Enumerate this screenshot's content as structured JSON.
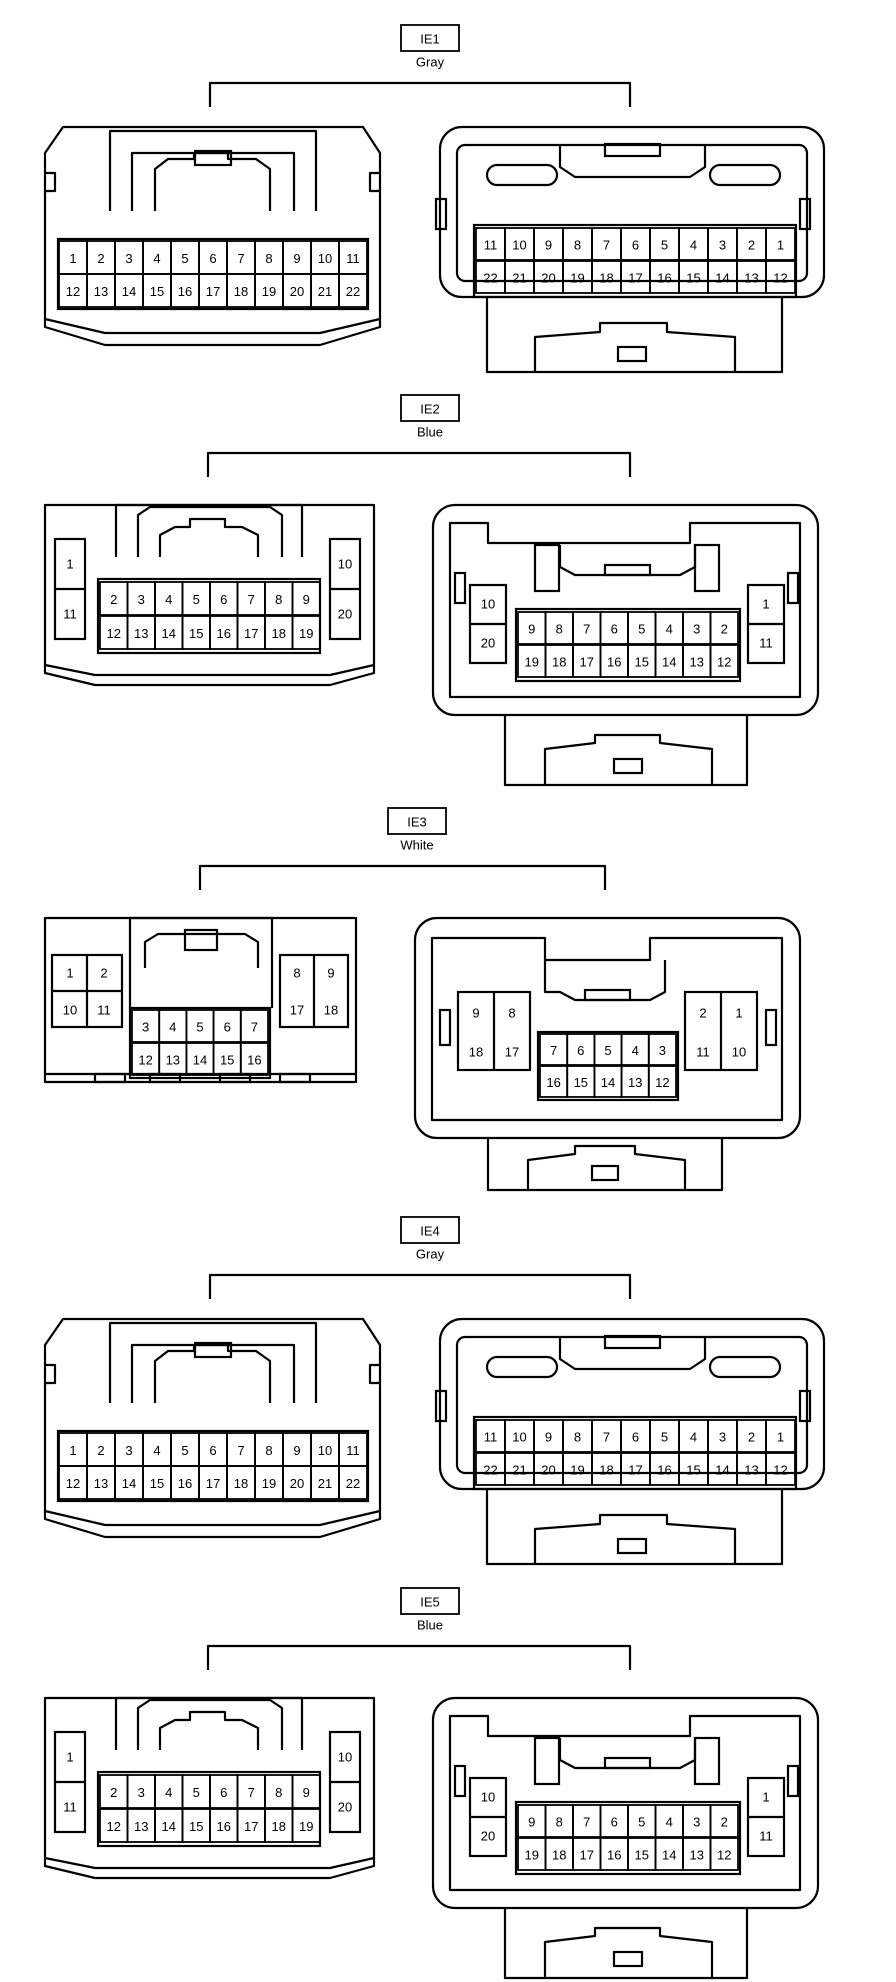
{
  "connectors": [
    {
      "id": "IE1",
      "color": "Gray",
      "variant": "A",
      "left": {
        "grid_top": [
          "1",
          "2",
          "3",
          "4",
          "5",
          "6",
          "7",
          "8",
          "9",
          "10",
          "11"
        ],
        "grid_bottom": [
          "12",
          "13",
          "14",
          "15",
          "16",
          "17",
          "18",
          "19",
          "20",
          "21",
          "22"
        ]
      },
      "right": {
        "grid_top": [
          "11",
          "10",
          "9",
          "8",
          "7",
          "6",
          "5",
          "4",
          "3",
          "2",
          "1"
        ],
        "grid_bottom": [
          "22",
          "21",
          "20",
          "19",
          "18",
          "17",
          "16",
          "15",
          "14",
          "13",
          "12"
        ]
      }
    },
    {
      "id": "IE2",
      "color": "Blue",
      "variant": "B",
      "left": {
        "side_left": [
          "1",
          "11"
        ],
        "side_right": [
          "10",
          "20"
        ],
        "grid_top": [
          "2",
          "3",
          "4",
          "5",
          "6",
          "7",
          "8",
          "9"
        ],
        "grid_bottom": [
          "12",
          "13",
          "14",
          "15",
          "16",
          "17",
          "18",
          "19"
        ]
      },
      "right": {
        "side_left": [
          "10",
          "20"
        ],
        "side_right": [
          "1",
          "11"
        ],
        "grid_top": [
          "9",
          "8",
          "7",
          "6",
          "5",
          "4",
          "3",
          "2"
        ],
        "grid_bottom": [
          "19",
          "18",
          "17",
          "16",
          "15",
          "14",
          "13",
          "12"
        ]
      }
    },
    {
      "id": "IE3",
      "color": "White",
      "variant": "C",
      "left": {
        "block_left": [
          [
            "1",
            "2"
          ],
          [
            "10",
            "11"
          ]
        ],
        "block_right": [
          [
            "8",
            "9"
          ],
          [
            "17",
            "18"
          ]
        ],
        "grid_top": [
          "3",
          "4",
          "5",
          "6",
          "7"
        ],
        "grid_bottom": [
          "12",
          "13",
          "14",
          "15",
          "16"
        ]
      },
      "right": {
        "block_left": [
          [
            "9",
            "8"
          ],
          [
            "18",
            "17"
          ]
        ],
        "block_right": [
          [
            "2",
            "1"
          ],
          [
            "11",
            "10"
          ]
        ],
        "grid_top": [
          "7",
          "6",
          "5",
          "4",
          "3"
        ],
        "grid_bottom": [
          "16",
          "15",
          "14",
          "13",
          "12"
        ]
      }
    },
    {
      "id": "IE4",
      "color": "Gray",
      "variant": "A",
      "left": {
        "grid_top": [
          "1",
          "2",
          "3",
          "4",
          "5",
          "6",
          "7",
          "8",
          "9",
          "10",
          "11"
        ],
        "grid_bottom": [
          "12",
          "13",
          "14",
          "15",
          "16",
          "17",
          "18",
          "19",
          "20",
          "21",
          "22"
        ]
      },
      "right": {
        "grid_top": [
          "11",
          "10",
          "9",
          "8",
          "7",
          "6",
          "5",
          "4",
          "3",
          "2",
          "1"
        ],
        "grid_bottom": [
          "22",
          "21",
          "20",
          "19",
          "18",
          "17",
          "16",
          "15",
          "14",
          "13",
          "12"
        ]
      }
    },
    {
      "id": "IE5",
      "color": "Blue",
      "variant": "B",
      "left": {
        "side_left": [
          "1",
          "11"
        ],
        "side_right": [
          "10",
          "20"
        ],
        "grid_top": [
          "2",
          "3",
          "4",
          "5",
          "6",
          "7",
          "8",
          "9"
        ],
        "grid_bottom": [
          "12",
          "13",
          "14",
          "15",
          "16",
          "17",
          "18",
          "19"
        ]
      },
      "right": {
        "side_left": [
          "10",
          "20"
        ],
        "side_right": [
          "1",
          "11"
        ],
        "grid_top": [
          "9",
          "8",
          "7",
          "6",
          "5",
          "4",
          "3",
          "2"
        ],
        "grid_bottom": [
          "19",
          "18",
          "17",
          "16",
          "15",
          "14",
          "13",
          "12"
        ]
      }
    }
  ]
}
